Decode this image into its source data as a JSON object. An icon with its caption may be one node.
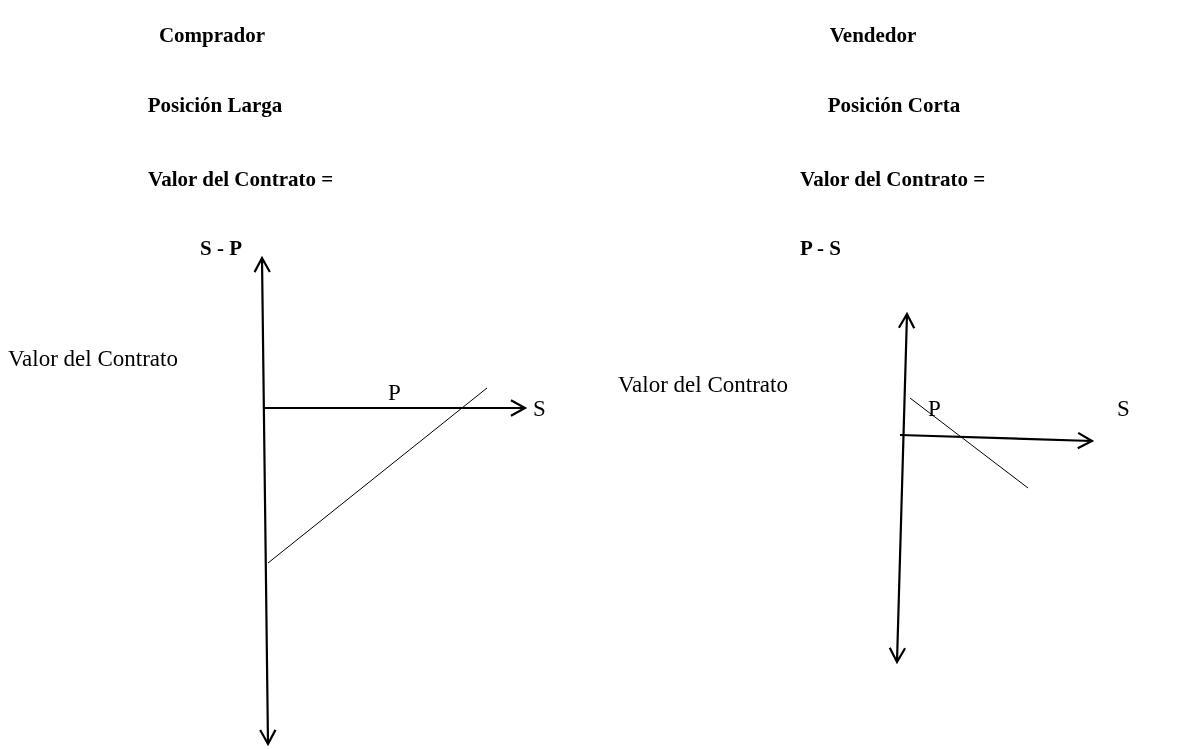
{
  "diagram": {
    "labels": [
      "Comprador",
      "Vendedor",
      "Posición Larga",
      "Posición Corta",
      "Valor del Contrato =",
      "Valor del Contrato =",
      "S - P",
      "P - S",
      "Valor del Contrato",
      "P",
      "S",
      "Valor del Contrato",
      "P",
      "S"
    ]
  }
}
